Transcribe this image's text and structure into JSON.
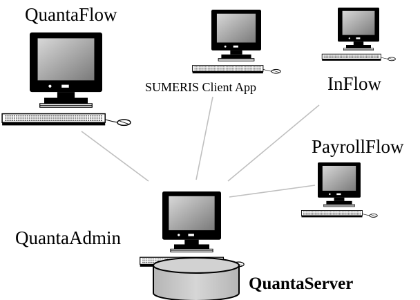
{
  "diagram": {
    "nodes": {
      "quantaflow": {
        "label": "QuantaFlow"
      },
      "sumeris": {
        "label": "SUMERIS Client App"
      },
      "inflow": {
        "label": "InFlow"
      },
      "payrollflow": {
        "label": "PayrollFlow"
      },
      "quantaadmin": {
        "label": "QuantaAdmin"
      },
      "quantaserver": {
        "label": "QuantaServer"
      }
    },
    "edges": [
      {
        "from": "quantaflow",
        "to": "quantaadmin"
      },
      {
        "from": "sumeris",
        "to": "quantaadmin"
      },
      {
        "from": "inflow",
        "to": "quantaadmin"
      },
      {
        "from": "payrollflow",
        "to": "quantaadmin"
      }
    ],
    "colors": {
      "line": "#bfbfbf",
      "screen": "#9a9a9a",
      "server": "#c8c8c8",
      "ink": "#000000"
    }
  }
}
